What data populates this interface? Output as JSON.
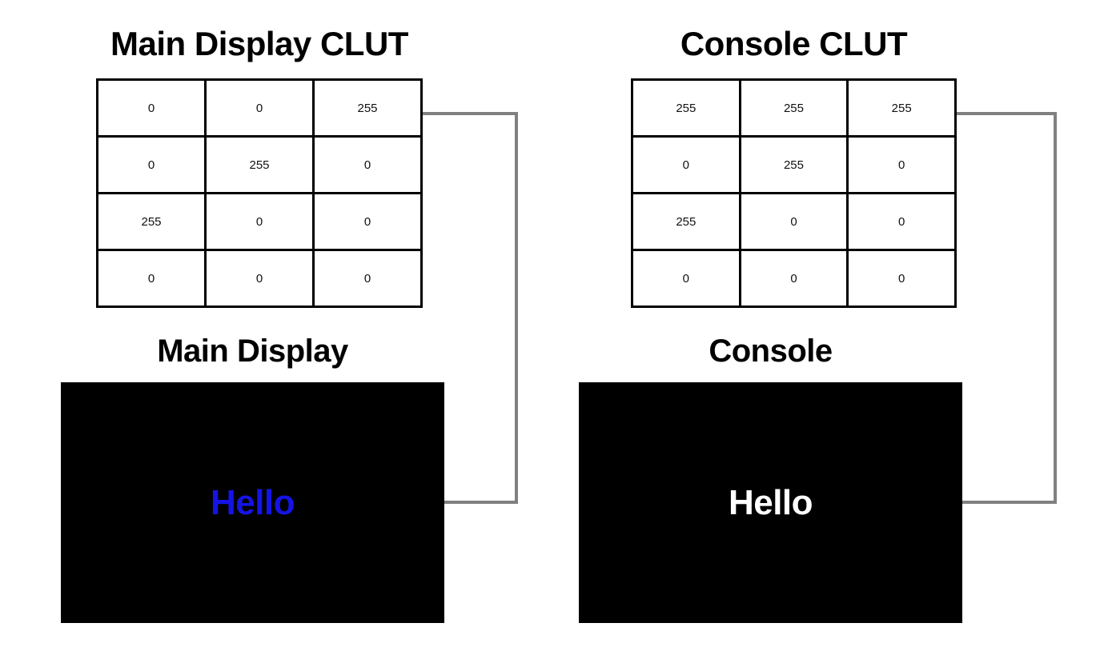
{
  "diagram": {
    "background_color": "#ffffff",
    "connector_color": "#808080"
  },
  "left": {
    "clut_title": "Main Display CLUT",
    "panel_title": "Main Display",
    "panel_background": "#000000",
    "panel_text": "Hello",
    "panel_text_color": "#1414E6",
    "table": {
      "rows": [
        [
          "0",
          "0",
          "255"
        ],
        [
          "0",
          "255",
          "0"
        ],
        [
          "255",
          "0",
          "0"
        ],
        [
          "0",
          "0",
          "0"
        ]
      ]
    }
  },
  "right": {
    "clut_title": "Console CLUT",
    "panel_title": "Console",
    "panel_background": "#000000",
    "panel_text": "Hello",
    "panel_text_color": "#FFFFFF",
    "table": {
      "rows": [
        [
          "255",
          "255",
          "255"
        ],
        [
          "0",
          "255",
          "0"
        ],
        [
          "255",
          "0",
          "0"
        ],
        [
          "0",
          "0",
          "0"
        ]
      ]
    }
  }
}
